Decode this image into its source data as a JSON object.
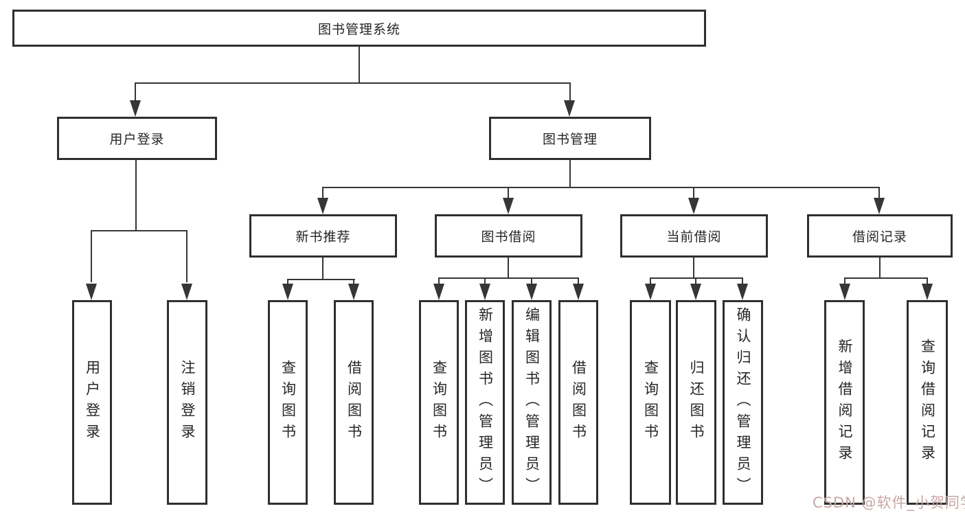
{
  "tree": {
    "label": "图书管理系统",
    "children": [
      {
        "label": "用户登录",
        "children": [
          {
            "label": "用户登录"
          },
          {
            "label": "注销登录"
          }
        ]
      },
      {
        "label": "图书管理",
        "children": [
          {
            "label": "新书推荐",
            "children": [
              {
                "label": "查询图书"
              },
              {
                "label": "借阅图书"
              }
            ]
          },
          {
            "label": "图书借阅",
            "children": [
              {
                "label": "查询图书"
              },
              {
                "label": "新增图书（管理员）"
              },
              {
                "label": "编辑图书（管理员）"
              },
              {
                "label": "借阅图书"
              }
            ]
          },
          {
            "label": "当前借阅",
            "children": [
              {
                "label": "查询图书"
              },
              {
                "label": "归还图书"
              },
              {
                "label": "确认归还（管理员）"
              }
            ]
          },
          {
            "label": "借阅记录",
            "children": [
              {
                "label": "新增借阅记录"
              },
              {
                "label": "查询借阅记录"
              }
            ]
          }
        ]
      }
    ]
  },
  "watermark": {
    "text": "CSDN @软件_小贺同学",
    "color": "#c9a6a6"
  },
  "colors": {
    "line": "#363636",
    "box_border": "#2f2f2f",
    "background": "#ffffff",
    "text": "#262626"
  }
}
